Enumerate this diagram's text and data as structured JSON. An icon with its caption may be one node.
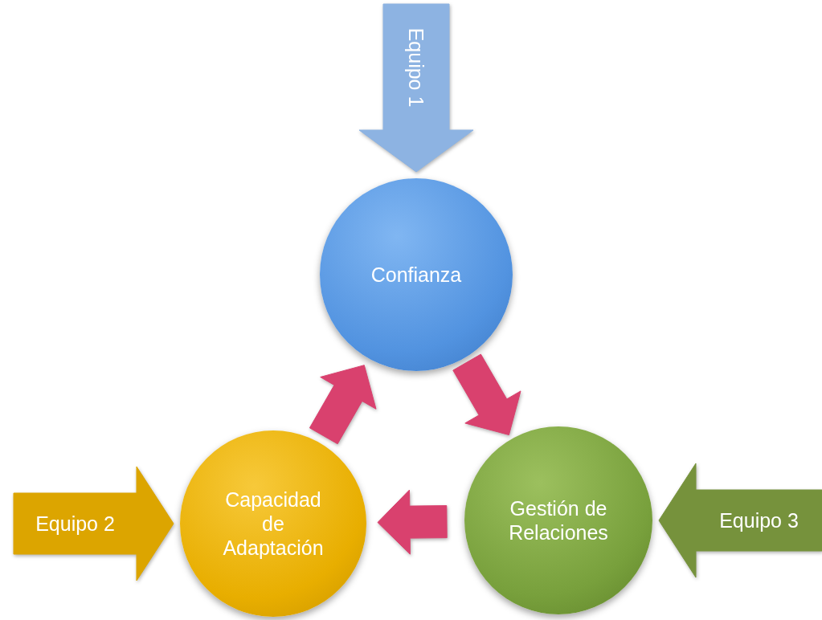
{
  "diagram": {
    "nodes": [
      {
        "text": [
          "Confianza"
        ]
      },
      {
        "text": [
          "Gestión de Relaciones"
        ]
      },
      {
        "text": [
          "Capacidad de Adaptación"
        ]
      }
    ],
    "edges": [
      {
        "from": null,
        "to": 0,
        "arrow": "to",
        "label": "Equipo 1",
        "color": "#8db3e2"
      },
      {
        "from": null,
        "to": 2,
        "arrow": "to",
        "label": "Equipo 2",
        "color": "#dca500"
      },
      {
        "from": null,
        "to": 1,
        "arrow": "to",
        "label": "Equipo 3",
        "color": "#76923c"
      },
      {
        "from": 0,
        "to": 1,
        "arrow": "to",
        "color": "#d9416e"
      },
      {
        "from": 1,
        "to": 2,
        "arrow": "to",
        "color": "#d9416e"
      },
      {
        "from": 2,
        "to": 0,
        "arrow": "to",
        "color": "#d9416e"
      }
    ]
  }
}
